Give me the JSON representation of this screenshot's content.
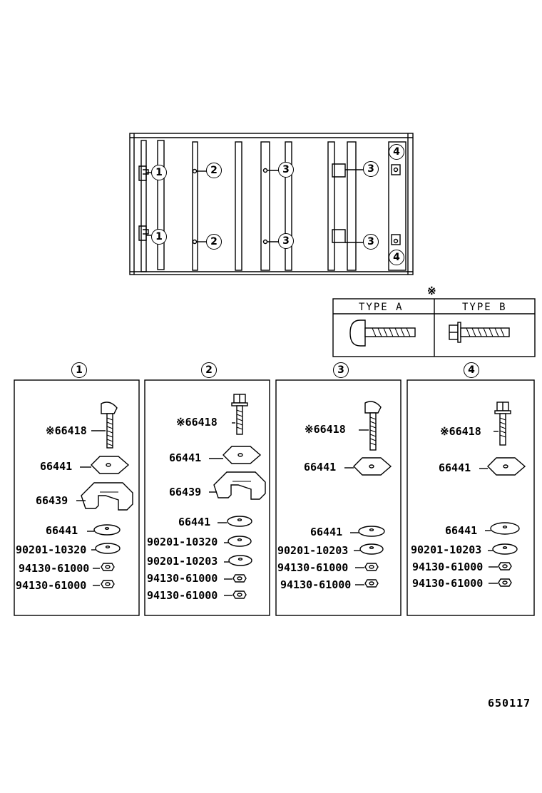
{
  "overview": {
    "callouts": [
      "1",
      "2",
      "3",
      "3",
      "4",
      "1",
      "2",
      "3",
      "3",
      "4"
    ]
  },
  "type_table": {
    "marker": "※",
    "type_a": "TYPE A",
    "type_b": "TYPE B"
  },
  "panels": [
    {
      "callout": "1",
      "parts": [
        {
          "label": "※66418",
          "part": "bolt-t-head"
        },
        {
          "label": "66441",
          "part": "plate"
        },
        {
          "label": "66439",
          "part": "bracket"
        },
        {
          "label": "66441",
          "part": "washer"
        },
        {
          "label": "90201-10320",
          "part": "washer"
        },
        {
          "label": "94130-61000",
          "part": "nut"
        },
        {
          "label": "94130-61000",
          "part": "nut"
        }
      ]
    },
    {
      "callout": "2",
      "parts": [
        {
          "label": "※66418",
          "part": "bolt-hex"
        },
        {
          "label": "66441",
          "part": "plate"
        },
        {
          "label": "66439",
          "part": "bracket"
        },
        {
          "label": "66441",
          "part": "washer"
        },
        {
          "label": "90201-10320",
          "part": "washer"
        },
        {
          "label": "90201-10203",
          "part": "washer"
        },
        {
          "label": "94130-61000",
          "part": "nut"
        },
        {
          "label": "94130-61000",
          "part": "nut"
        }
      ]
    },
    {
      "callout": "3",
      "parts": [
        {
          "label": "※66418",
          "part": "bolt-t-head"
        },
        {
          "label": "66441",
          "part": "plate"
        },
        {
          "label": "66441",
          "part": "washer"
        },
        {
          "label": "90201-10203",
          "part": "washer"
        },
        {
          "label": "94130-61000",
          "part": "nut"
        },
        {
          "label": "94130-61000",
          "part": "nut"
        }
      ]
    },
    {
      "callout": "4",
      "parts": [
        {
          "label": "※66418",
          "part": "bolt-hex"
        },
        {
          "label": "66441",
          "part": "plate"
        },
        {
          "label": "66441",
          "part": "washer"
        },
        {
          "label": "90201-10203",
          "part": "washer"
        },
        {
          "label": "94130-61000",
          "part": "nut"
        },
        {
          "label": "94130-61000",
          "part": "nut"
        }
      ]
    }
  ],
  "diagram_code": "650117"
}
